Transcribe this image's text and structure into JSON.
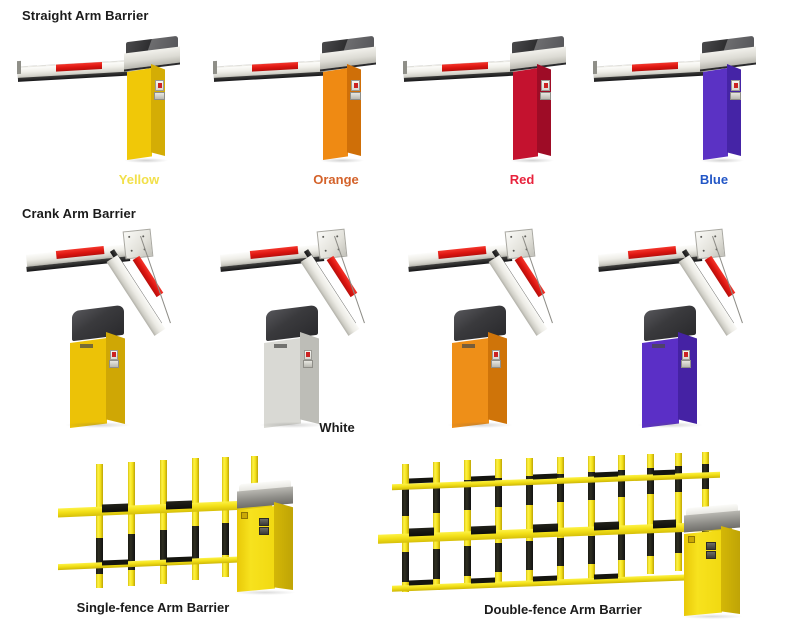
{
  "sections": [
    {
      "heading": "Straight Arm Barrier",
      "products": [
        {
          "color_name": "Yellow",
          "label_color": "#f2e04a",
          "front": "#f0c808",
          "side": "#d4ad05"
        },
        {
          "color_name": "Orange",
          "label_color": "#d4622a",
          "front": "#ef8a13",
          "side": "#cf6f08"
        },
        {
          "color_name": "Red",
          "label_color": "#e8223c",
          "front": "#c4122f",
          "side": "#9e0c26"
        },
        {
          "color_name": "Blue",
          "label_color": "#2256c6",
          "front": "#5b32c4",
          "side": "#4524a6"
        }
      ]
    },
    {
      "heading": "Crank Arm Barrier",
      "products": [
        {
          "color_name": "",
          "label_color": "#1b1b1b",
          "front": "#ecc207",
          "side": "#cfa705"
        },
        {
          "color_name": "White",
          "label_color": "#1b1b1b",
          "front": "#d9d9d4",
          "side": "#bdbdb7"
        },
        {
          "color_name": "",
          "label_color": "#1b1b1b",
          "front": "#ee8f18",
          "side": "#cf7409"
        },
        {
          "color_name": "",
          "label_color": "#1b1b1b",
          "front": "#5b2fc6",
          "side": "#4522a4"
        }
      ]
    }
  ],
  "fence_barriers": [
    {
      "caption": "Single-fence Arm Barrier",
      "posts": 6,
      "rails": 2
    },
    {
      "caption": "Double-fence Arm Barrier",
      "posts": 11,
      "rails": 3
    }
  ],
  "palette": {
    "arm_body": "#ededE6",
    "arm_stripe": "#dc1510",
    "arm_edge": "#18181a",
    "fence_yellow": "#f3e018",
    "fence_black": "#111111",
    "background": "#ffffff",
    "heading_text": "#1b1b1b"
  }
}
